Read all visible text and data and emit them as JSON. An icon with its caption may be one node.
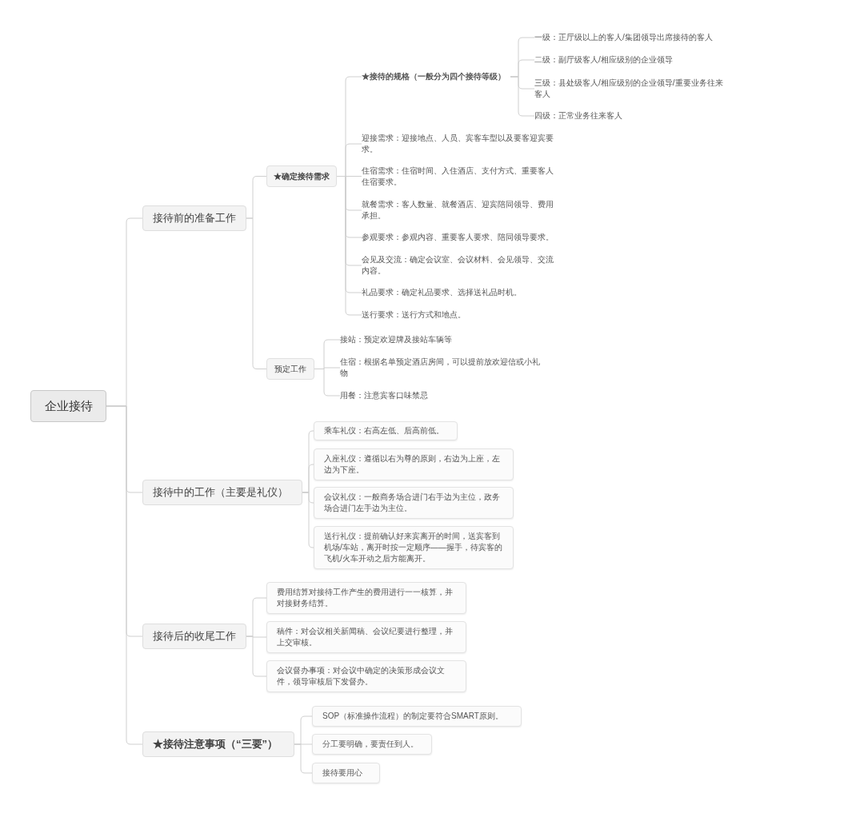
{
  "diagram": {
    "nodes": [
      {
        "text": [
          "企业接待"
        ]
      },
      {
        "text": [
          "接待前的准备工作"
        ]
      },
      {
        "text": [
          "★确定接待需求"
        ]
      },
      {
        "text": [
          "★接待的规格（一般分为四个接待等级）"
        ]
      },
      {
        "text": [
          "一级：正厅级以上的客人/集团领导出席接待的客人"
        ]
      },
      {
        "text": [
          "二级：副厅级客人/相应级别的企业领导"
        ]
      },
      {
        "text": [
          "三级：县处级客人/相应级别的企业领导/重要业务往来客人"
        ]
      },
      {
        "text": [
          "四级：正常业务往来客人"
        ]
      },
      {
        "text": [
          "迎接需求：迎接地点、人员、宾客车型以及要客迎宾要求。"
        ]
      },
      {
        "text": [
          "住宿需求：住宿时间、入住酒店、支付方式、重要客人住宿要求。"
        ]
      },
      {
        "text": [
          "就餐需求：客人数量、就餐酒店、迎宾陪同领导、费用承担。"
        ]
      },
      {
        "text": [
          "参观要求：参观内容、重要客人要求、陪同领导要求。"
        ]
      },
      {
        "text": [
          "会见及交流：确定会议室、会议材料、会见领导、交流内容。"
        ]
      },
      {
        "text": [
          "礼品要求：确定礼品要求、选择送礼品时机。"
        ]
      },
      {
        "text": [
          "送行要求：送行方式和地点。"
        ]
      },
      {
        "text": [
          "预定工作"
        ]
      },
      {
        "text": [
          "接站：预定欢迎牌及接站车辆等"
        ]
      },
      {
        "text": [
          "住宿：根据名单预定酒店房间，可以提前放欢迎信或小礼物"
        ]
      },
      {
        "text": [
          "用餐：注意宾客口味禁忌"
        ]
      },
      {
        "text": [
          "接待中的工作（主要是礼仪）"
        ]
      },
      {
        "text": [
          "乘车礼仪：右高左低、后高前低。"
        ]
      },
      {
        "text": [
          "入座礼仪：遵循以右为尊的原则，右边为上座，左边为下座。"
        ]
      },
      {
        "text": [
          "会议礼仪：一般商务场合进门右手边为主位，政务场合进门左手边为主位。"
        ]
      },
      {
        "text": [
          "送行礼仪：提前确认好来宾离开的时间，送宾客到机场/车站，离开时按一定顺序——握手，待宾客的飞机/火车开动之后方能离开。"
        ]
      },
      {
        "text": [
          "接待后的收尾工作"
        ]
      },
      {
        "text": [
          "费用结算对接待工作产生的费用进行一一核算，并对接财务结算。"
        ]
      },
      {
        "text": [
          "稿件：对会议相关新闻稿、会议纪要进行整理，并上交审核。"
        ]
      },
      {
        "text": [
          "会议督办事项：对会议中确定的决策形成会议文件，领导审核后下发督办。"
        ]
      },
      {
        "text": [
          "★接待注意事项（“三要”）"
        ]
      },
      {
        "text": [
          "SOP（标准操作流程）的制定要符合SMART原则。"
        ]
      },
      {
        "text": [
          "分工要明确，要责任到人。"
        ]
      },
      {
        "text": [
          "接待要用心"
        ]
      }
    ],
    "edges": [
      {
        "from": 0,
        "to": 1,
        "arrow": "none"
      },
      {
        "from": 1,
        "to": 2,
        "arrow": "none"
      },
      {
        "from": 2,
        "to": 3,
        "arrow": "none"
      },
      {
        "from": 3,
        "to": 4,
        "arrow": "none"
      },
      {
        "from": 3,
        "to": 5,
        "arrow": "none"
      },
      {
        "from": 3,
        "to": 6,
        "arrow": "none"
      },
      {
        "from": 3,
        "to": 7,
        "arrow": "none"
      },
      {
        "from": 2,
        "to": 8,
        "arrow": "none"
      },
      {
        "from": 2,
        "to": 9,
        "arrow": "none"
      },
      {
        "from": 2,
        "to": 10,
        "arrow": "none"
      },
      {
        "from": 2,
        "to": 11,
        "arrow": "none"
      },
      {
        "from": 2,
        "to": 12,
        "arrow": "none"
      },
      {
        "from": 2,
        "to": 13,
        "arrow": "none"
      },
      {
        "from": 2,
        "to": 14,
        "arrow": "none"
      },
      {
        "from": 1,
        "to": 15,
        "arrow": "none"
      },
      {
        "from": 15,
        "to": 16,
        "arrow": "none"
      },
      {
        "from": 15,
        "to": 17,
        "arrow": "none"
      },
      {
        "from": 15,
        "to": 18,
        "arrow": "none"
      },
      {
        "from": 0,
        "to": 19,
        "arrow": "none"
      },
      {
        "from": 19,
        "to": 20,
        "arrow": "none"
      },
      {
        "from": 19,
        "to": 21,
        "arrow": "none"
      },
      {
        "from": 19,
        "to": 22,
        "arrow": "none"
      },
      {
        "from": 19,
        "to": 23,
        "arrow": "none"
      },
      {
        "from": 0,
        "to": 24,
        "arrow": "none"
      },
      {
        "from": 24,
        "to": 25,
        "arrow": "none"
      },
      {
        "from": 24,
        "to": 26,
        "arrow": "none"
      },
      {
        "from": 24,
        "to": 27,
        "arrow": "none"
      },
      {
        "from": 0,
        "to": 28,
        "arrow": "none"
      },
      {
        "from": 28,
        "to": 29,
        "arrow": "none"
      },
      {
        "from": 28,
        "to": 30,
        "arrow": "none"
      },
      {
        "from": 28,
        "to": 31,
        "arrow": "none"
      }
    ]
  }
}
